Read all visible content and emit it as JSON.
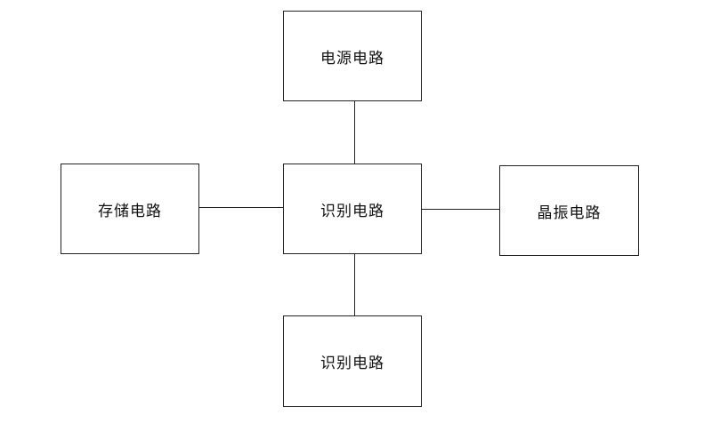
{
  "diagram": {
    "nodes": {
      "power": {
        "label": "电源电路"
      },
      "identification": {
        "label": "识别电路"
      },
      "storage": {
        "label": "存储电路"
      },
      "crystal": {
        "label": "晶振电路"
      },
      "bottom": {
        "label": "识别电路"
      }
    },
    "edges": [
      {
        "from": "identification",
        "to": "power"
      },
      {
        "from": "identification",
        "to": "storage"
      },
      {
        "from": "identification",
        "to": "crystal"
      },
      {
        "from": "identification",
        "to": "bottom"
      }
    ],
    "colors": {
      "line": "#222222",
      "background": "#ffffff",
      "text": "#111111"
    }
  }
}
